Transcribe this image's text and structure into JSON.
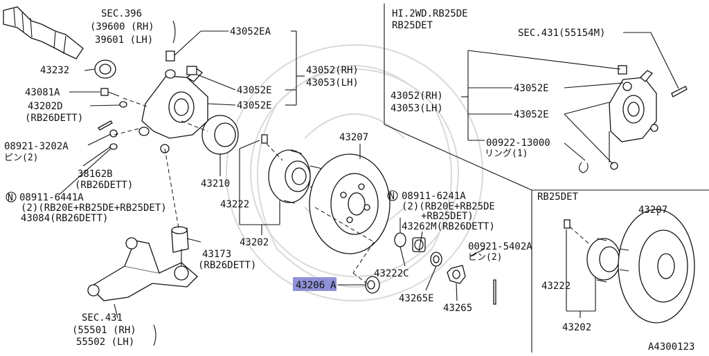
{
  "labels": {
    "sec396": "SEC.396",
    "p39600": "(39600 (RH)",
    "p39601": "39601 (LH)",
    "p43232": "43232",
    "p43081a": "43081A",
    "p43202d": "43202D",
    "rb26_a": "(RB26DETT)",
    "p08921": "08921-3202A",
    "pin2": "ピン(2)",
    "p38162b": "38162B",
    "rb26_b": "(RB26DETT)",
    "p08911_6441a": "08911-6441A",
    "note_2_left": "(2)(RB20E+RB25DE+RB25DET)",
    "p43084": "43084(RB26DETT)",
    "p43052ea": "43052EA",
    "p43052rh": "43052(RH)",
    "p43053lh": "43053(LH)",
    "p43052e_1": "43052E",
    "p43052e_2": "43052E",
    "p43210": "43210",
    "p43222": "43222",
    "p43202": "43202",
    "p43207": "43207",
    "p43173": "43173",
    "rb26_c": "(RB26DETT)",
    "sec431": "SEC.431",
    "p55501": "(55501 (RH)",
    "p55502": "55502 (LH)",
    "p43206a_code": "43206",
    "p43206a_suffix": "A",
    "p08911_6241a": "08911-6241A",
    "note_2_right_1": "(2)(RB20E+RB25DE",
    "note_2_right_2": "+RB25DET)",
    "p43262m": "43262M(RB26DETT)",
    "p43222c": "43222C",
    "p00921": "00921-5402A",
    "pin2_right": "ピン(2)",
    "p43265e": "43265E",
    "p43265": "43265",
    "hi2wd": "HI.2WD.RB25DE",
    "rb25det_top": "RB25DET",
    "sec431_55154": "SEC.431(55154M)",
    "inset_43052e_1": "43052E",
    "inset_43052rh": "43052(RH)",
    "inset_43053lh": "43053(LH)",
    "inset_43052e_2": "43052E",
    "p00922": "00922-13000",
    "ring1": "リング(1)",
    "rb25det_box": "RB25DET",
    "box_43207": "43207",
    "box_43222": "43222",
    "box_43202": "43202",
    "ref_code": "A4300123",
    "circle_n": "N"
  },
  "colors": {
    "ink": "#111111",
    "highlight": "#8f92d6",
    "watermark": "#d9d9d9"
  }
}
